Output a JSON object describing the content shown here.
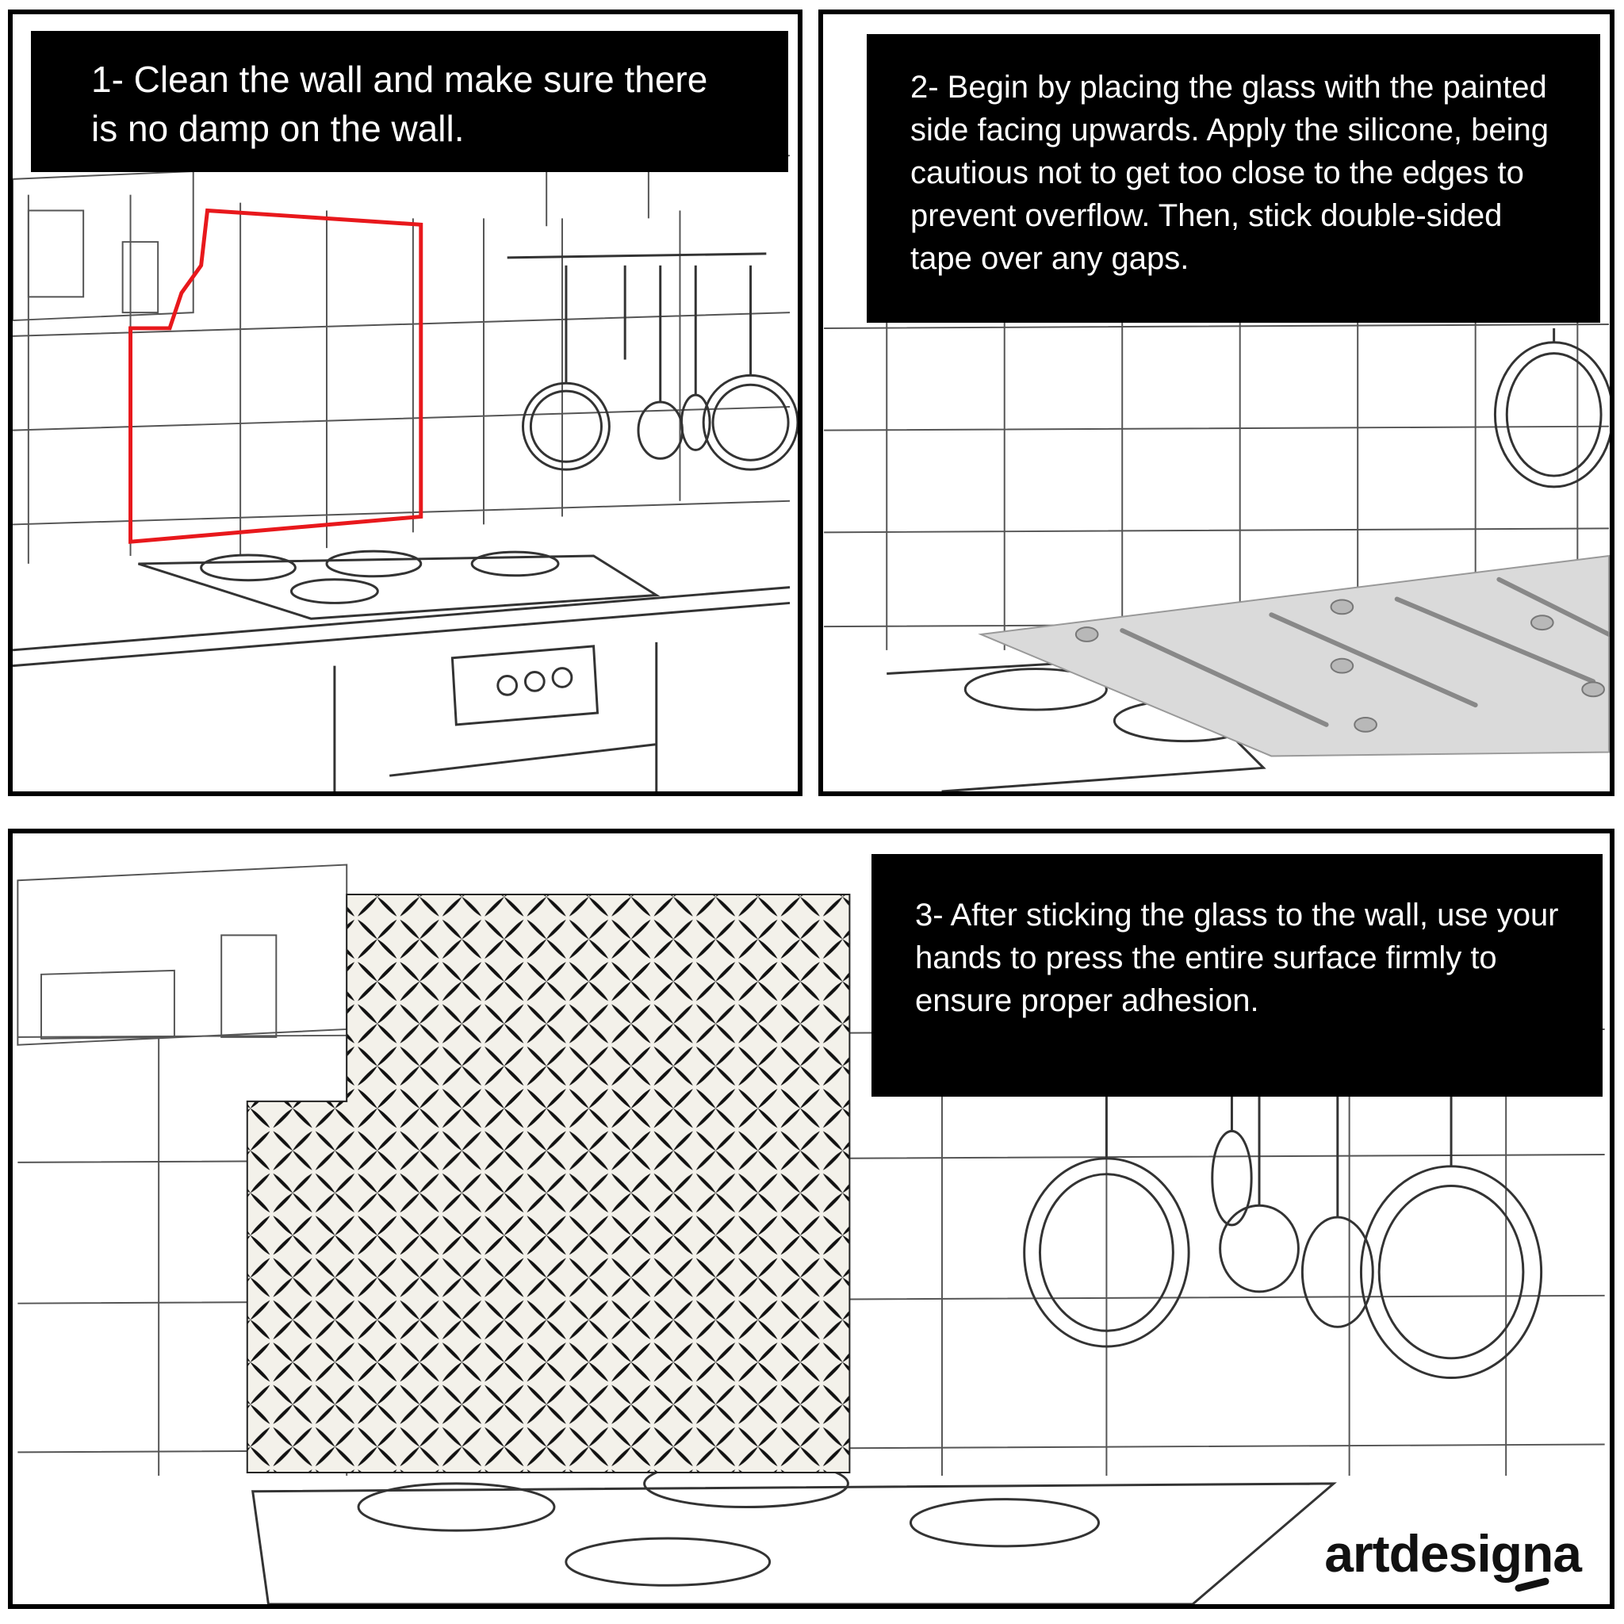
{
  "steps": [
    {
      "number": "1",
      "text": "1- Clean the wall and make sure there is no damp on the wall."
    },
    {
      "number": "2",
      "text": "2- Begin by placing the glass with the painted side facing upwards. Apply the silicone, being cautious not to get too close to the edges to prevent overflow. Then, stick double-sided tape over any gaps."
    },
    {
      "number": "3",
      "text": "3- After sticking the glass to the wall, use your hands to press the entire surface firmly to ensure proper adhesion."
    }
  ],
  "brand": {
    "logo_text": "artdesigna"
  },
  "colors": {
    "highlight": "#e8181c",
    "caption_bg": "#000000",
    "caption_text": "#ffffff"
  }
}
